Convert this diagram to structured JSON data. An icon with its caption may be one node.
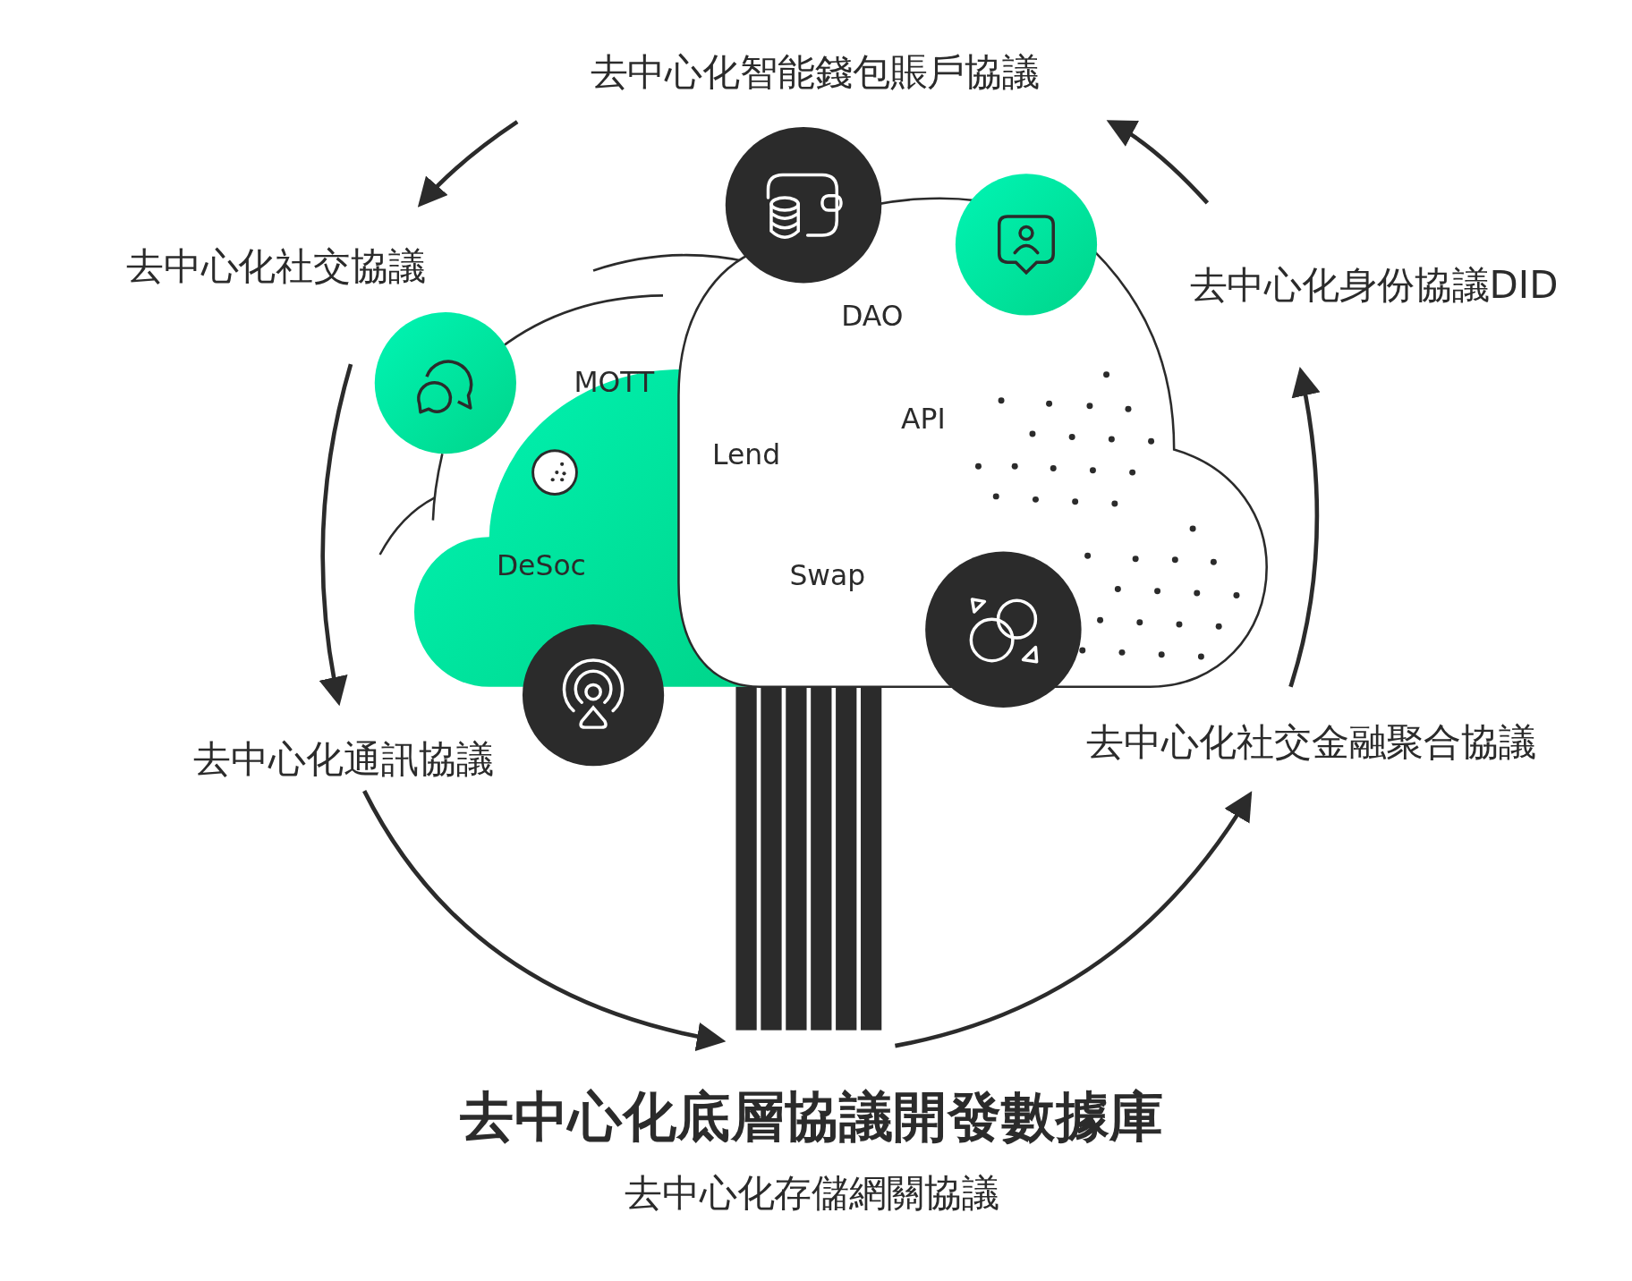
{
  "diagram": {
    "nodes": [
      {
        "text": [
          "去中心化智能錢包賬戶協議"
        ]
      },
      {
        "text": [
          "去中心化社交協議"
        ]
      },
      {
        "text": [
          "去中心化身份協議DID"
        ]
      },
      {
        "text": [
          "去中心化通訊協議"
        ]
      },
      {
        "text": [
          "去中心化社交金融聚合協議"
        ]
      },
      {
        "text": [
          "去中心化底層協議開發數據庫",
          "去中心化存儲網關協議"
        ]
      }
    ],
    "edges": [
      {
        "from": 0,
        "to": 1,
        "arrow": "to"
      },
      {
        "from": 1,
        "to": 3,
        "arrow": "to"
      },
      {
        "from": 3,
        "to": 5,
        "arrow": "to"
      },
      {
        "from": 5,
        "to": 4,
        "arrow": "to"
      },
      {
        "from": 4,
        "to": 2,
        "arrow": "to"
      },
      {
        "from": 2,
        "to": 0,
        "arrow": "to"
      }
    ],
    "labels": [
      "DAO",
      "MOTT",
      "API",
      "Lend",
      "DeSoc",
      "Swap"
    ]
  }
}
